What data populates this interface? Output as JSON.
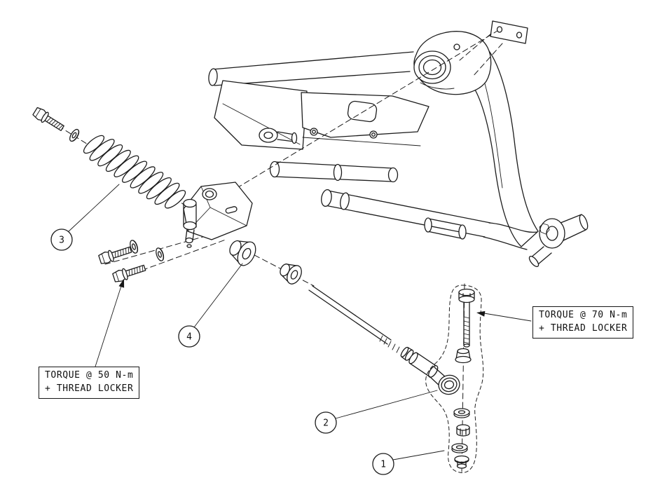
{
  "page": {
    "background": "#ffffff",
    "line_color": "#1c1c1c"
  },
  "callouts": [
    {
      "number": "1"
    },
    {
      "number": "2"
    },
    {
      "number": "3"
    },
    {
      "number": "4"
    }
  ],
  "annotations": {
    "torque_50": {
      "line1": "TORQUE @ 50 N-m",
      "line2": "+ THREAD LOCKER"
    },
    "torque_70": {
      "line1": "TORQUE @ 70 N-m",
      "line2": "+ THREAD LOCKER"
    }
  }
}
